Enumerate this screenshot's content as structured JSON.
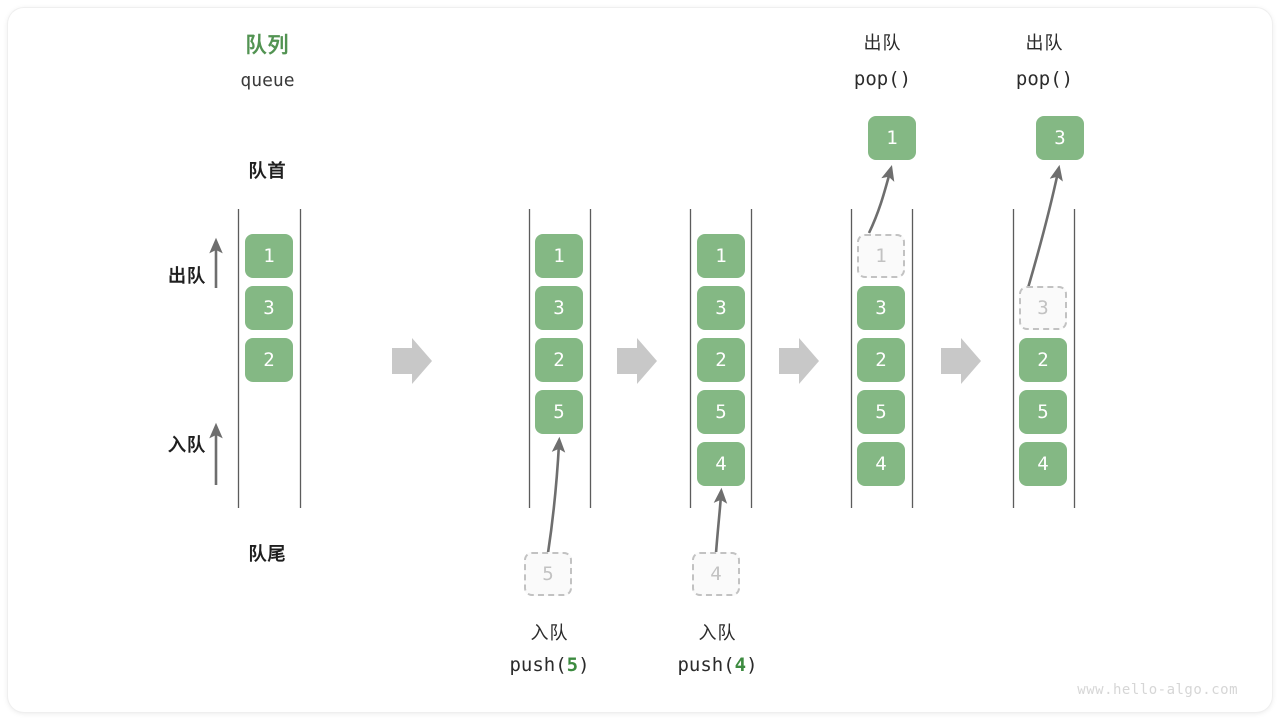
{
  "diagram": {
    "title_cn": "队列",
    "title_en": "queue",
    "front_label": "队首",
    "rear_label": "队尾",
    "dequeue_label": "出队",
    "enqueue_label": "入队",
    "watermark": "www.hello-algo.com",
    "accent_green": "#84b884",
    "title_green": "#529352",
    "code_green": "#3d8b40",
    "rail_color": "#5c5c5c",
    "ghost_color": "#c2c2c2",
    "arrow_gray": "#c8c8c8"
  },
  "stages": [
    {
      "id": "initial",
      "items": [
        "1",
        "3",
        "2"
      ],
      "ghost_index": -1,
      "ghost_value": "",
      "caption_cn": "",
      "caption_code": "",
      "top_cn": "",
      "top_code": "",
      "popped_value": "",
      "incoming_value": ""
    },
    {
      "id": "push-5",
      "items": [
        "1",
        "3",
        "2",
        "5"
      ],
      "ghost_index": -1,
      "ghost_value": "",
      "caption_cn": "入队",
      "caption_code_prefix": "push(",
      "caption_code_num": "5",
      "caption_code_suffix": ")",
      "incoming_value": "5",
      "top_cn": "",
      "top_code": "",
      "popped_value": ""
    },
    {
      "id": "push-4",
      "items": [
        "1",
        "3",
        "2",
        "5",
        "4"
      ],
      "ghost_index": -1,
      "ghost_value": "",
      "caption_cn": "入队",
      "caption_code_prefix": "push(",
      "caption_code_num": "4",
      "caption_code_suffix": ")",
      "incoming_value": "4",
      "top_cn": "",
      "top_code": "",
      "popped_value": ""
    },
    {
      "id": "pop-1",
      "items": [
        "1",
        "3",
        "2",
        "5",
        "4"
      ],
      "ghost_index": 0,
      "ghost_value": "1",
      "top_cn": "出队",
      "top_code": "pop()",
      "popped_value": "1",
      "caption_cn": "",
      "caption_code": "",
      "incoming_value": ""
    },
    {
      "id": "pop-3",
      "items": [
        "",
        "3",
        "2",
        "5",
        "4"
      ],
      "ghost_index": 1,
      "ghost_value": "3",
      "top_cn": "出队",
      "top_code": "pop()",
      "popped_value": "3",
      "caption_cn": "",
      "caption_code": "",
      "incoming_value": ""
    }
  ]
}
